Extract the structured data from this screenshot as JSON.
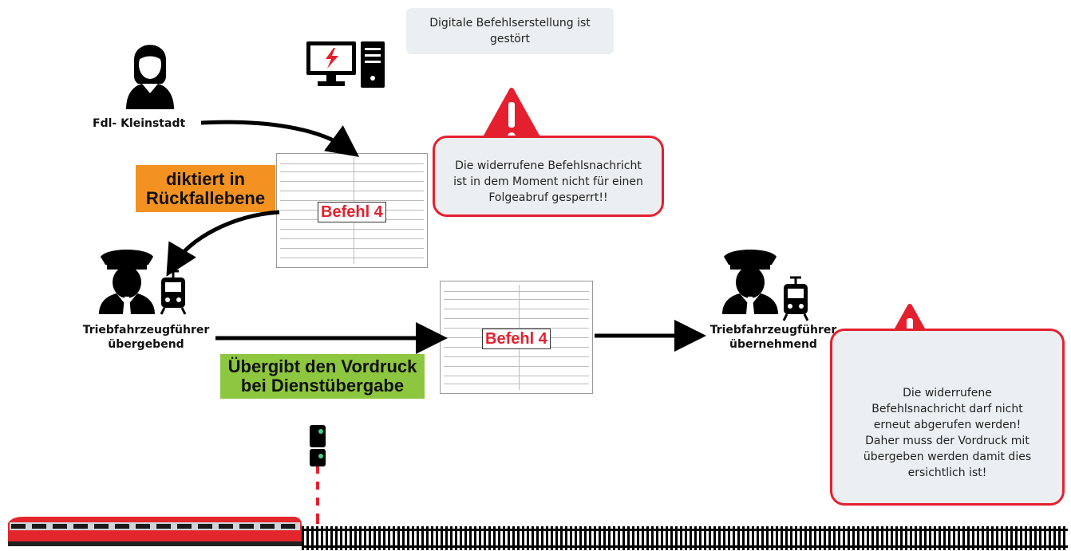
{
  "top_note": "Digitale Befehlserstellung ist gestört",
  "fdl_label": "Fdl- Kleinstadt",
  "tag_diktiert": "diktiert in Rückfallebene",
  "tag_uebergibt": "Übergibt den Vordruck bei Dienstübergabe",
  "form_title_1": "Befehl 4",
  "form_title_2": "Befehl 4",
  "driver_left_label": "Triebfahrzeugführer übergebend",
  "driver_right_label": "Triebfahrzeugführer übernehmend",
  "warning_1": "Die widerrufene Befehlsnachricht ist in dem Moment nicht für einen Folgeabruf gesperrt!!",
  "warning_2": "Die widerrufene Befehlsnachricht darf nicht erneut abgerufen werden! Daher muss der Vordruck mit übergeben werden damit dies ersichtlich ist!",
  "colors": {
    "accent_red": "#e5202e",
    "orange": "#f39221",
    "green": "#8dc63f",
    "note_bg": "#eceff1"
  }
}
